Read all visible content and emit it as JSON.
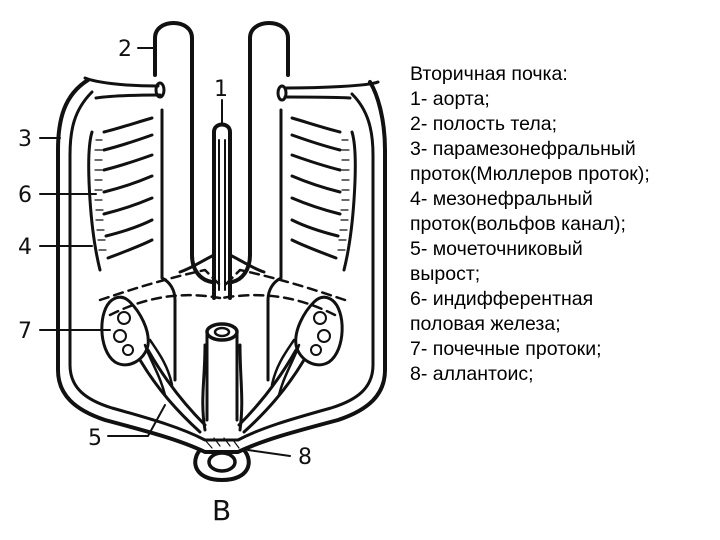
{
  "figure": {
    "figure_label": "В",
    "markers": [
      "1",
      "2",
      "3",
      "4",
      "5",
      "6",
      "7",
      "8"
    ]
  },
  "legend": {
    "lines": [
      "Вторичная почка:",
      "1- аорта;",
      "2- полость тела;",
      "3- парамезонефральный",
      "проток(Мюллеров проток);",
      "4- мезонефральный",
      "проток(вольфов канал);",
      "5- мочеточниковый",
      "вырост;",
      "6- индифферентная",
      "половая железа;",
      "7- почечные протоки;",
      "8- аллантоис;"
    ]
  }
}
